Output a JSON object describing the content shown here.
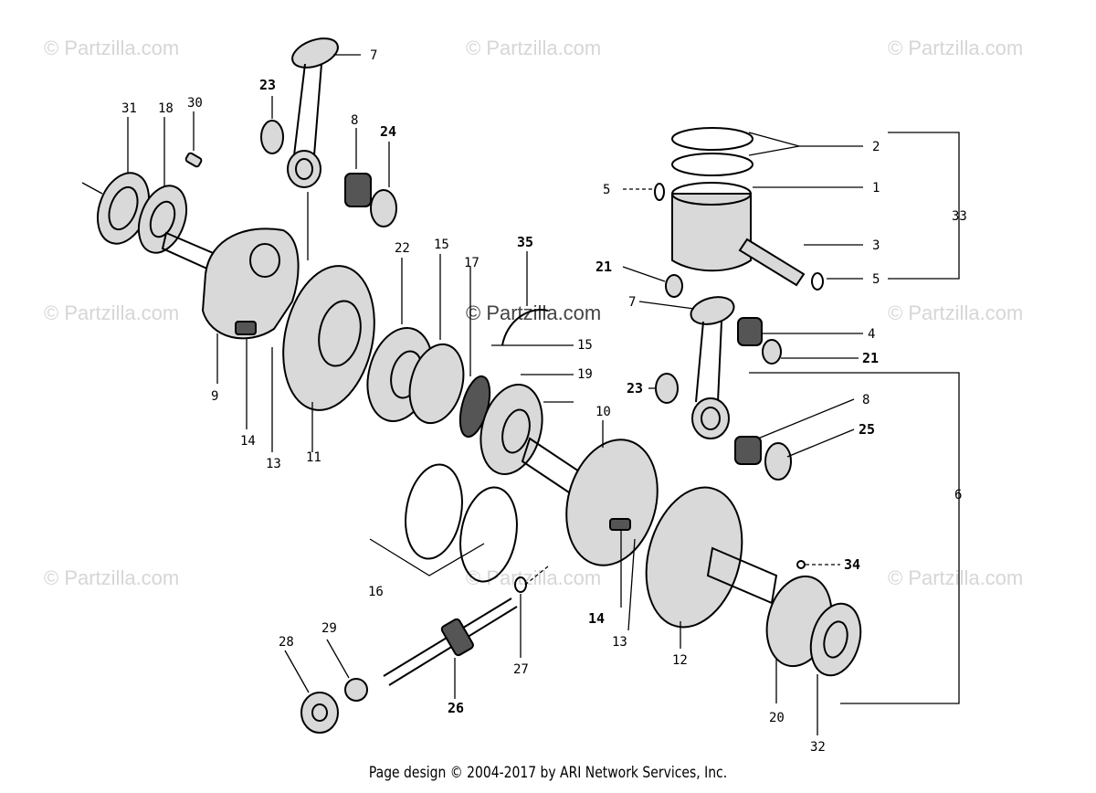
{
  "watermarks": [
    "© Partzilla.com",
    "© Partzilla.com",
    "© Partzilla.com",
    "© Partzilla.com",
    "© Partzilla.com",
    "© Partzilla.com",
    "© Partzilla.com",
    "© Partzilla.com",
    "© Partzilla.com"
  ],
  "callouts": {
    "c1": "1",
    "c2": "2",
    "c3": "3",
    "c4": "4",
    "c5a": "5",
    "c5b": "5",
    "c6": "6",
    "c7a": "7",
    "c7b": "7",
    "c8a": "8",
    "c8b": "8",
    "c9": "9",
    "c10": "10",
    "c11": "11",
    "c12": "12",
    "c13a": "13",
    "c13b": "13",
    "c14a": "14",
    "c14b": "14",
    "c15a": "15",
    "c15b": "15",
    "c16": "16",
    "c17": "17",
    "c18": "18",
    "c19": "19",
    "c20": "20",
    "c21a": "21",
    "c21b": "21",
    "c22": "22",
    "c23a": "23",
    "c23b": "23",
    "c24": "24",
    "c25": "25",
    "c26": "26",
    "c27": "27",
    "c28": "28",
    "c29": "29",
    "c30": "30",
    "c31": "31",
    "c32": "32",
    "c33": "33",
    "c34": "34",
    "c35": "35"
  },
  "footer": "Page design © 2004-2017 by ARI Network Services, Inc."
}
